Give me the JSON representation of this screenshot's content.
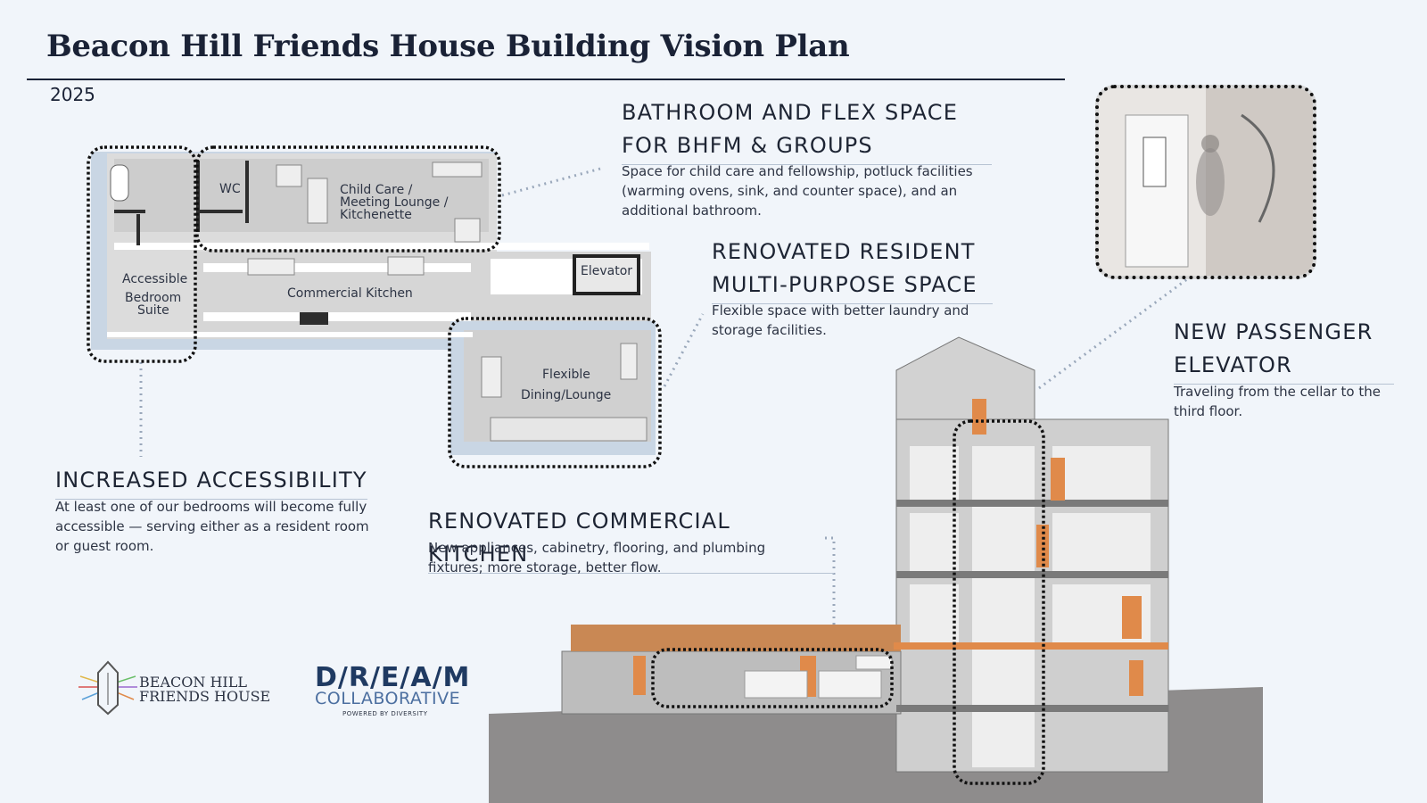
{
  "header": {
    "title": "Beacon Hill Friends House Building Vision Plan",
    "year": "2025"
  },
  "callouts": {
    "bathroom": {
      "line1": "BATHROOM AND FLEX SPACE",
      "line2": "FOR BHFM & GROUPS",
      "body": "Space for child care and fellowship, potluck facilities (warming ovens, sink, and counter space), and an additional bathroom."
    },
    "multipurpose": {
      "line1": "RENOVATED RESIDENT",
      "line2": "MULTI-PURPOSE SPACE",
      "body": "Flexible space with better laundry and storage facilities."
    },
    "elevator": {
      "line1": "NEW PASSENGER",
      "line2": "ELEVATOR",
      "body": "Traveling from the cellar to the third floor."
    },
    "accessibility": {
      "line1": "INCREASED ACCESSIBILITY",
      "body": "At least one of our bedrooms will become fully accessible — serving either as a resident room or guest room."
    },
    "kitchen": {
      "line1": "RENOVATED COMMERCIAL KITCHEN",
      "body": "New appliances, cabinetry, flooring, and plumbing fixtures; more storage, better flow."
    }
  },
  "floor_plan": {
    "wc": "WC",
    "child_care_1": "Child Care /",
    "child_care_2": "Meeting Lounge /",
    "child_care_3": "Kitchenette",
    "accessible_1": "Accessible",
    "accessible_2": "Bedroom",
    "accessible_3": "Suite",
    "commercial_kitchen": "Commercial Kitchen",
    "elevator": "Elevator",
    "flexible_1": "Flexible",
    "flexible_2": "Dining/Lounge"
  },
  "logos": {
    "beacon_line1": "BEACON HILL",
    "beacon_line2": "FRIENDS HOUSE",
    "dream_title": "D/R/E/A/M",
    "dream_sub": "COLLABORATIVE",
    "dream_powered": "POWERED BY DIVERSITY"
  },
  "colors": {
    "background": "#f1f5fa",
    "title": "#1a2236",
    "accent_orange": "#e08a4a",
    "dream_blue": "#1f3a62"
  }
}
